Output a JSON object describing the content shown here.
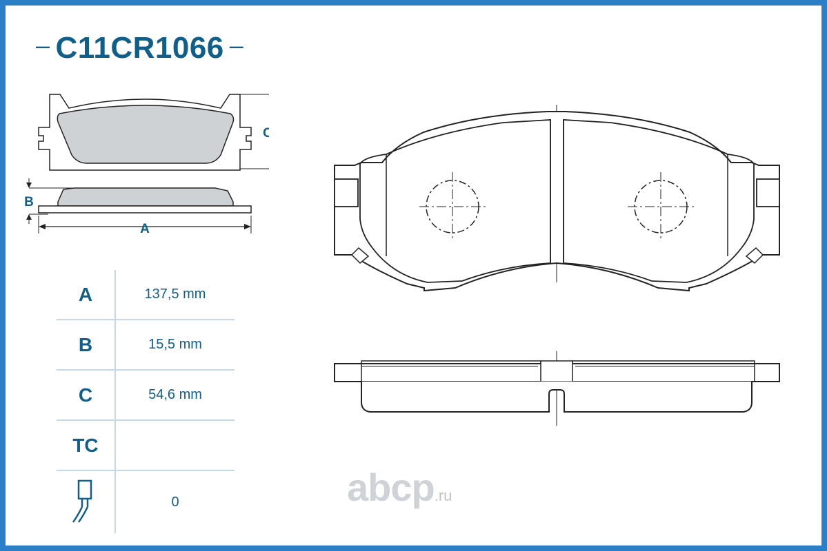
{
  "title": {
    "part_number": "C11CR1066",
    "left_dash": "–",
    "right_dash": "–"
  },
  "dimensions_labels": {
    "a": "A",
    "b": "B",
    "c": "C"
  },
  "specs": [
    {
      "key": "A",
      "value": "137,5 mm"
    },
    {
      "key": "B",
      "value": "15,5 mm"
    },
    {
      "key": "C",
      "value": "54,6 mm"
    },
    {
      "key": "TC",
      "value": ""
    },
    {
      "key": "",
      "value": "0",
      "icon": "wear-sensor-icon"
    }
  ],
  "watermark": {
    "brand": "abcp",
    "tld": ".ru"
  },
  "colors": {
    "brand_blue": "#0f5f8a",
    "frame_blue": "#2a7fc7",
    "divider": "#c4d8ea",
    "pad_fill": "#cfd2d4"
  }
}
